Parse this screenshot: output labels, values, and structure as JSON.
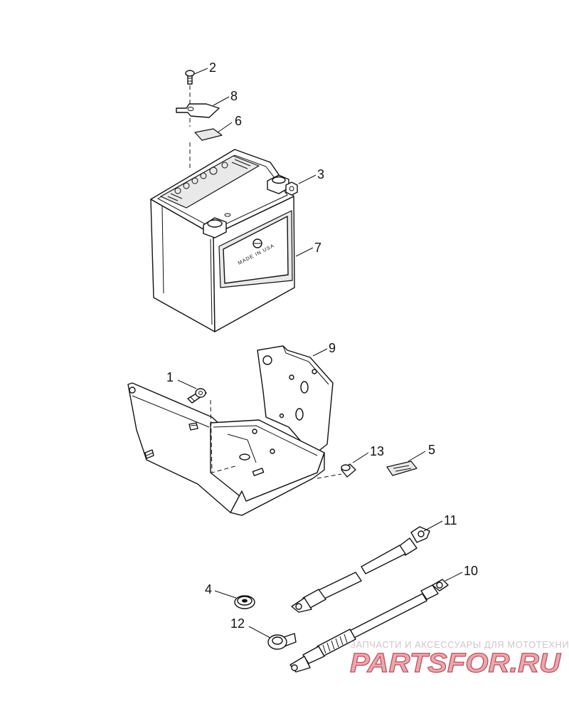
{
  "callouts": [
    {
      "id": "2",
      "label": "2"
    },
    {
      "id": "8",
      "label": "8"
    },
    {
      "id": "6",
      "label": "6"
    },
    {
      "id": "3",
      "label": "3"
    },
    {
      "id": "7",
      "label": "7"
    },
    {
      "id": "9",
      "label": "9"
    },
    {
      "id": "1",
      "label": "1"
    },
    {
      "id": "13",
      "label": "13"
    },
    {
      "id": "5",
      "label": "5"
    },
    {
      "id": "11",
      "label": "11"
    },
    {
      "id": "10",
      "label": "10"
    },
    {
      "id": "4",
      "label": "4"
    },
    {
      "id": "12",
      "label": "12"
    }
  ],
  "battery": {
    "made_in_text": "MADE IN USA"
  },
  "watermark": {
    "tagline": "ЗАПЧАСТИ И АКСЕССУАРЫ ДЛЯ МОТОТЕХНИКИ",
    "brand": "PARTSFOR.RU",
    "primary_color": "#e6a9b0",
    "accent_color": "#c24e5c"
  }
}
